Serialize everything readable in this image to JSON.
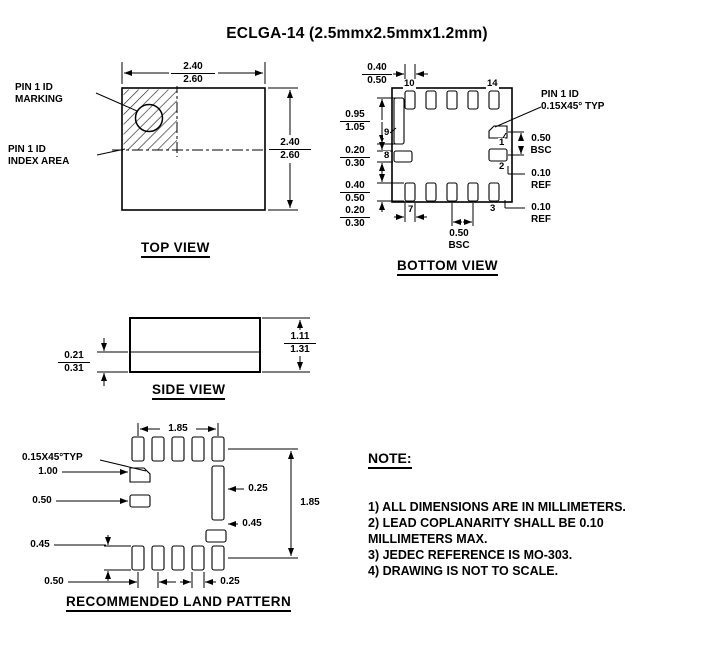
{
  "title": "ECLGA-14 (2.5mmx2.5mmx1.2mm)",
  "views": {
    "top": {
      "label": "TOP VIEW",
      "pin1_marking": {
        "line1": "PIN 1 ID",
        "line2": "MARKING"
      },
      "pin1_index": {
        "line1": "PIN 1 ID",
        "line2": "INDEX AREA"
      },
      "dim_width": {
        "min": "2.40",
        "max": "2.60"
      },
      "dim_height": {
        "min": "2.40",
        "max": "2.60"
      }
    },
    "bottom": {
      "label": "BOTTOM VIEW",
      "pin1_id_note": {
        "line1": "PIN 1 ID",
        "line2": "0.15X45° TYP"
      },
      "dims": {
        "pad_width_top": {
          "min": "0.40",
          "max": "0.50"
        },
        "pad9_length": {
          "min": "0.95",
          "max": "1.05"
        },
        "pad8_width": {
          "min": "0.20",
          "max": "0.30"
        },
        "pad_length_bottom": {
          "min": "0.40",
          "max": "0.50"
        },
        "pad7_width": {
          "min": "0.20",
          "max": "0.30"
        },
        "pitch_bottom": {
          "value": "0.50",
          "qualifier": "BSC"
        },
        "pitch_right": {
          "value": "0.50",
          "qualifier": "BSC"
        },
        "edge_ref_right": {
          "value": "0.10",
          "qualifier": "REF"
        },
        "edge_ref_bottom": {
          "value": "0.10",
          "qualifier": "REF"
        }
      },
      "pins": {
        "p10": "10",
        "p14": "14",
        "p9": "9",
        "p1": "1",
        "p8": "8",
        "p2": "2",
        "p7": "7",
        "p3": "3"
      }
    },
    "side": {
      "label": "SIDE VIEW",
      "dim_substrate": {
        "min": "0.21",
        "max": "0.31"
      },
      "dim_total_height": {
        "min": "1.11",
        "max": "1.31"
      }
    },
    "land": {
      "label": "RECOMMENDED LAND PATTERN",
      "chamfer_note": "0.15X45°TYP",
      "dims": {
        "span_h": "1.85",
        "span_v": "1.85",
        "pad_long": "1.00",
        "pitch_left": "0.50",
        "pad_len_left": "0.45",
        "pitch_bottom": "0.50",
        "pad_w_bottom": "0.25",
        "gap_right": "0.25",
        "pad_w_right": "0.45"
      }
    }
  },
  "notes": {
    "heading": "NOTE:",
    "items": [
      "1) ALL DIMENSIONS ARE IN MILLIMETERS.",
      "2) LEAD COPLANARITY SHALL BE 0.10 MILLIMETERS MAX.",
      "3) JEDEC REFERENCE IS MO-303.",
      "4) DRAWING IS NOT TO SCALE."
    ]
  }
}
